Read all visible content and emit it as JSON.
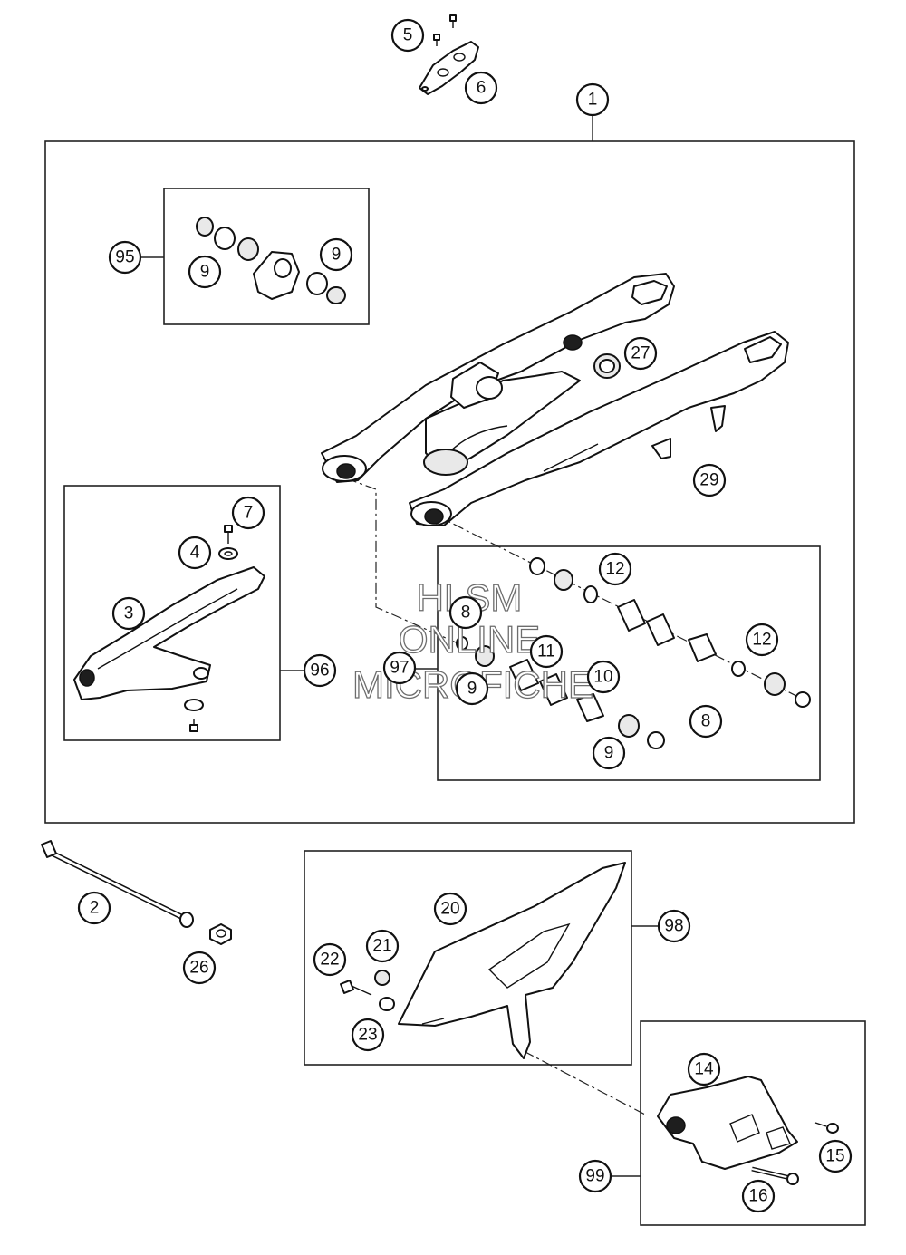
{
  "callouts": [
    {
      "id": "c1",
      "label": "1"
    },
    {
      "id": "c2",
      "label": "2"
    },
    {
      "id": "c3",
      "label": "3"
    },
    {
      "id": "c4",
      "label": "4"
    },
    {
      "id": "c5",
      "label": "5"
    },
    {
      "id": "c6",
      "label": "6"
    },
    {
      "id": "c7",
      "label": "7"
    },
    {
      "id": "c8a",
      "label": "8"
    },
    {
      "id": "c8b",
      "label": "8"
    },
    {
      "id": "c9a",
      "label": "9"
    },
    {
      "id": "c9b",
      "label": "9"
    },
    {
      "id": "c9c",
      "label": "9"
    },
    {
      "id": "c9d",
      "label": "9"
    },
    {
      "id": "c10",
      "label": "10"
    },
    {
      "id": "c11",
      "label": "11"
    },
    {
      "id": "c12a",
      "label": "12"
    },
    {
      "id": "c12b",
      "label": "12"
    },
    {
      "id": "c14",
      "label": "14"
    },
    {
      "id": "c15",
      "label": "15"
    },
    {
      "id": "c16",
      "label": "16"
    },
    {
      "id": "c20",
      "label": "20"
    },
    {
      "id": "c21",
      "label": "21"
    },
    {
      "id": "c22",
      "label": "22"
    },
    {
      "id": "c23",
      "label": "23"
    },
    {
      "id": "c26",
      "label": "26"
    },
    {
      "id": "c27",
      "label": "27"
    },
    {
      "id": "c29",
      "label": "29"
    },
    {
      "id": "c95",
      "label": "95"
    },
    {
      "id": "c96",
      "label": "96"
    },
    {
      "id": "c97",
      "label": "97"
    },
    {
      "id": "c98",
      "label": "98"
    },
    {
      "id": "c99",
      "label": "99"
    }
  ],
  "watermark": {
    "line1": "HLSM",
    "line2": "ONLINE",
    "line3": "MICROFICHE"
  }
}
